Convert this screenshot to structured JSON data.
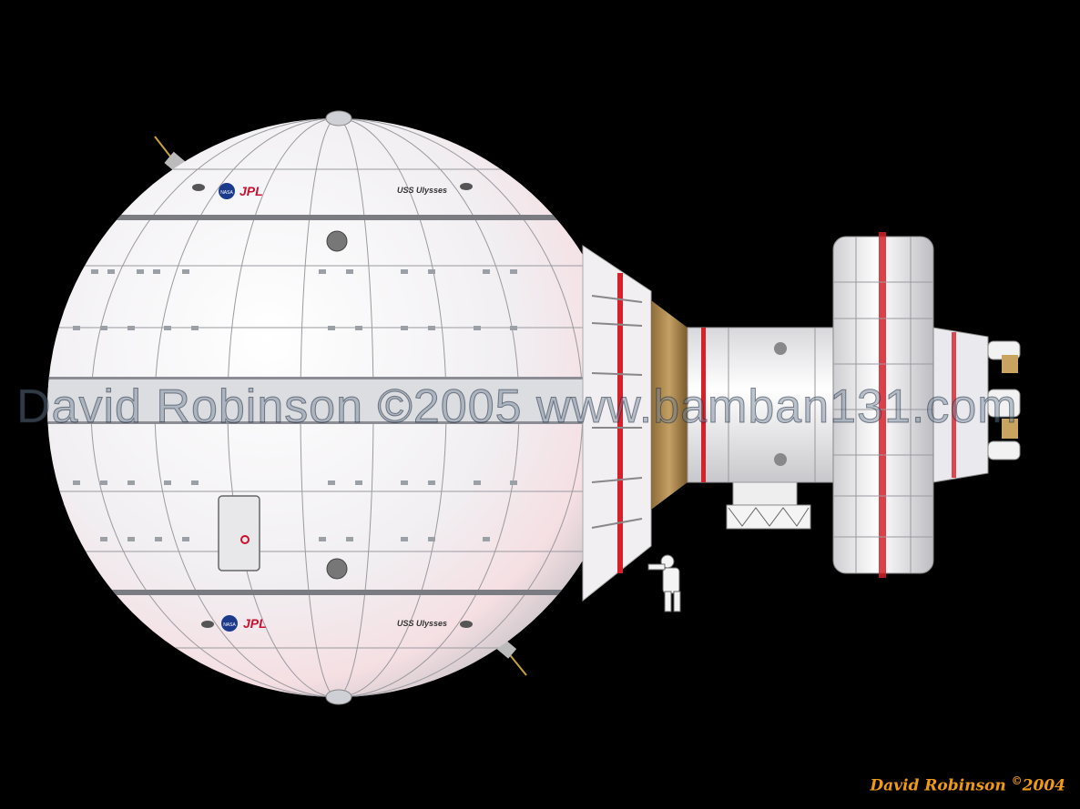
{
  "artwork": {
    "hull_name_top": "USS Ulysses",
    "hull_name_bottom": "USS Ulysses",
    "agency_logo_top": "JPL",
    "agency_logo_bottom": "JPL",
    "nasa_badge_top": "NASA",
    "nasa_badge_bottom": "NASA"
  },
  "watermark": {
    "text": "David Robinson ©2005 www.bamban131.com"
  },
  "signature": {
    "name": "David Robinson",
    "symbol": "©",
    "year": "2004"
  },
  "colors": {
    "background": "#000000",
    "hull": "#f4f4f6",
    "accent_red": "#d6202a",
    "signature": "#f09a14",
    "gold_mesh": "#a8844a"
  }
}
